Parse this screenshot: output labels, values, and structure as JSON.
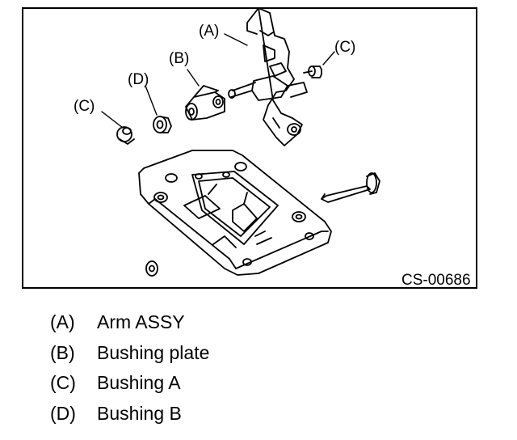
{
  "figure": {
    "code": "CS-00686",
    "callouts": {
      "A": "(A)",
      "B": "(B)",
      "C_left": "(C)",
      "C_right": "(C)",
      "D": "(D)"
    }
  },
  "legend": [
    {
      "key": "(A)",
      "text": "Arm ASSY"
    },
    {
      "key": "(B)",
      "text": "Bushing plate"
    },
    {
      "key": "(C)",
      "text": "Bushing A"
    },
    {
      "key": "(D)",
      "text": "Bushing B"
    }
  ]
}
